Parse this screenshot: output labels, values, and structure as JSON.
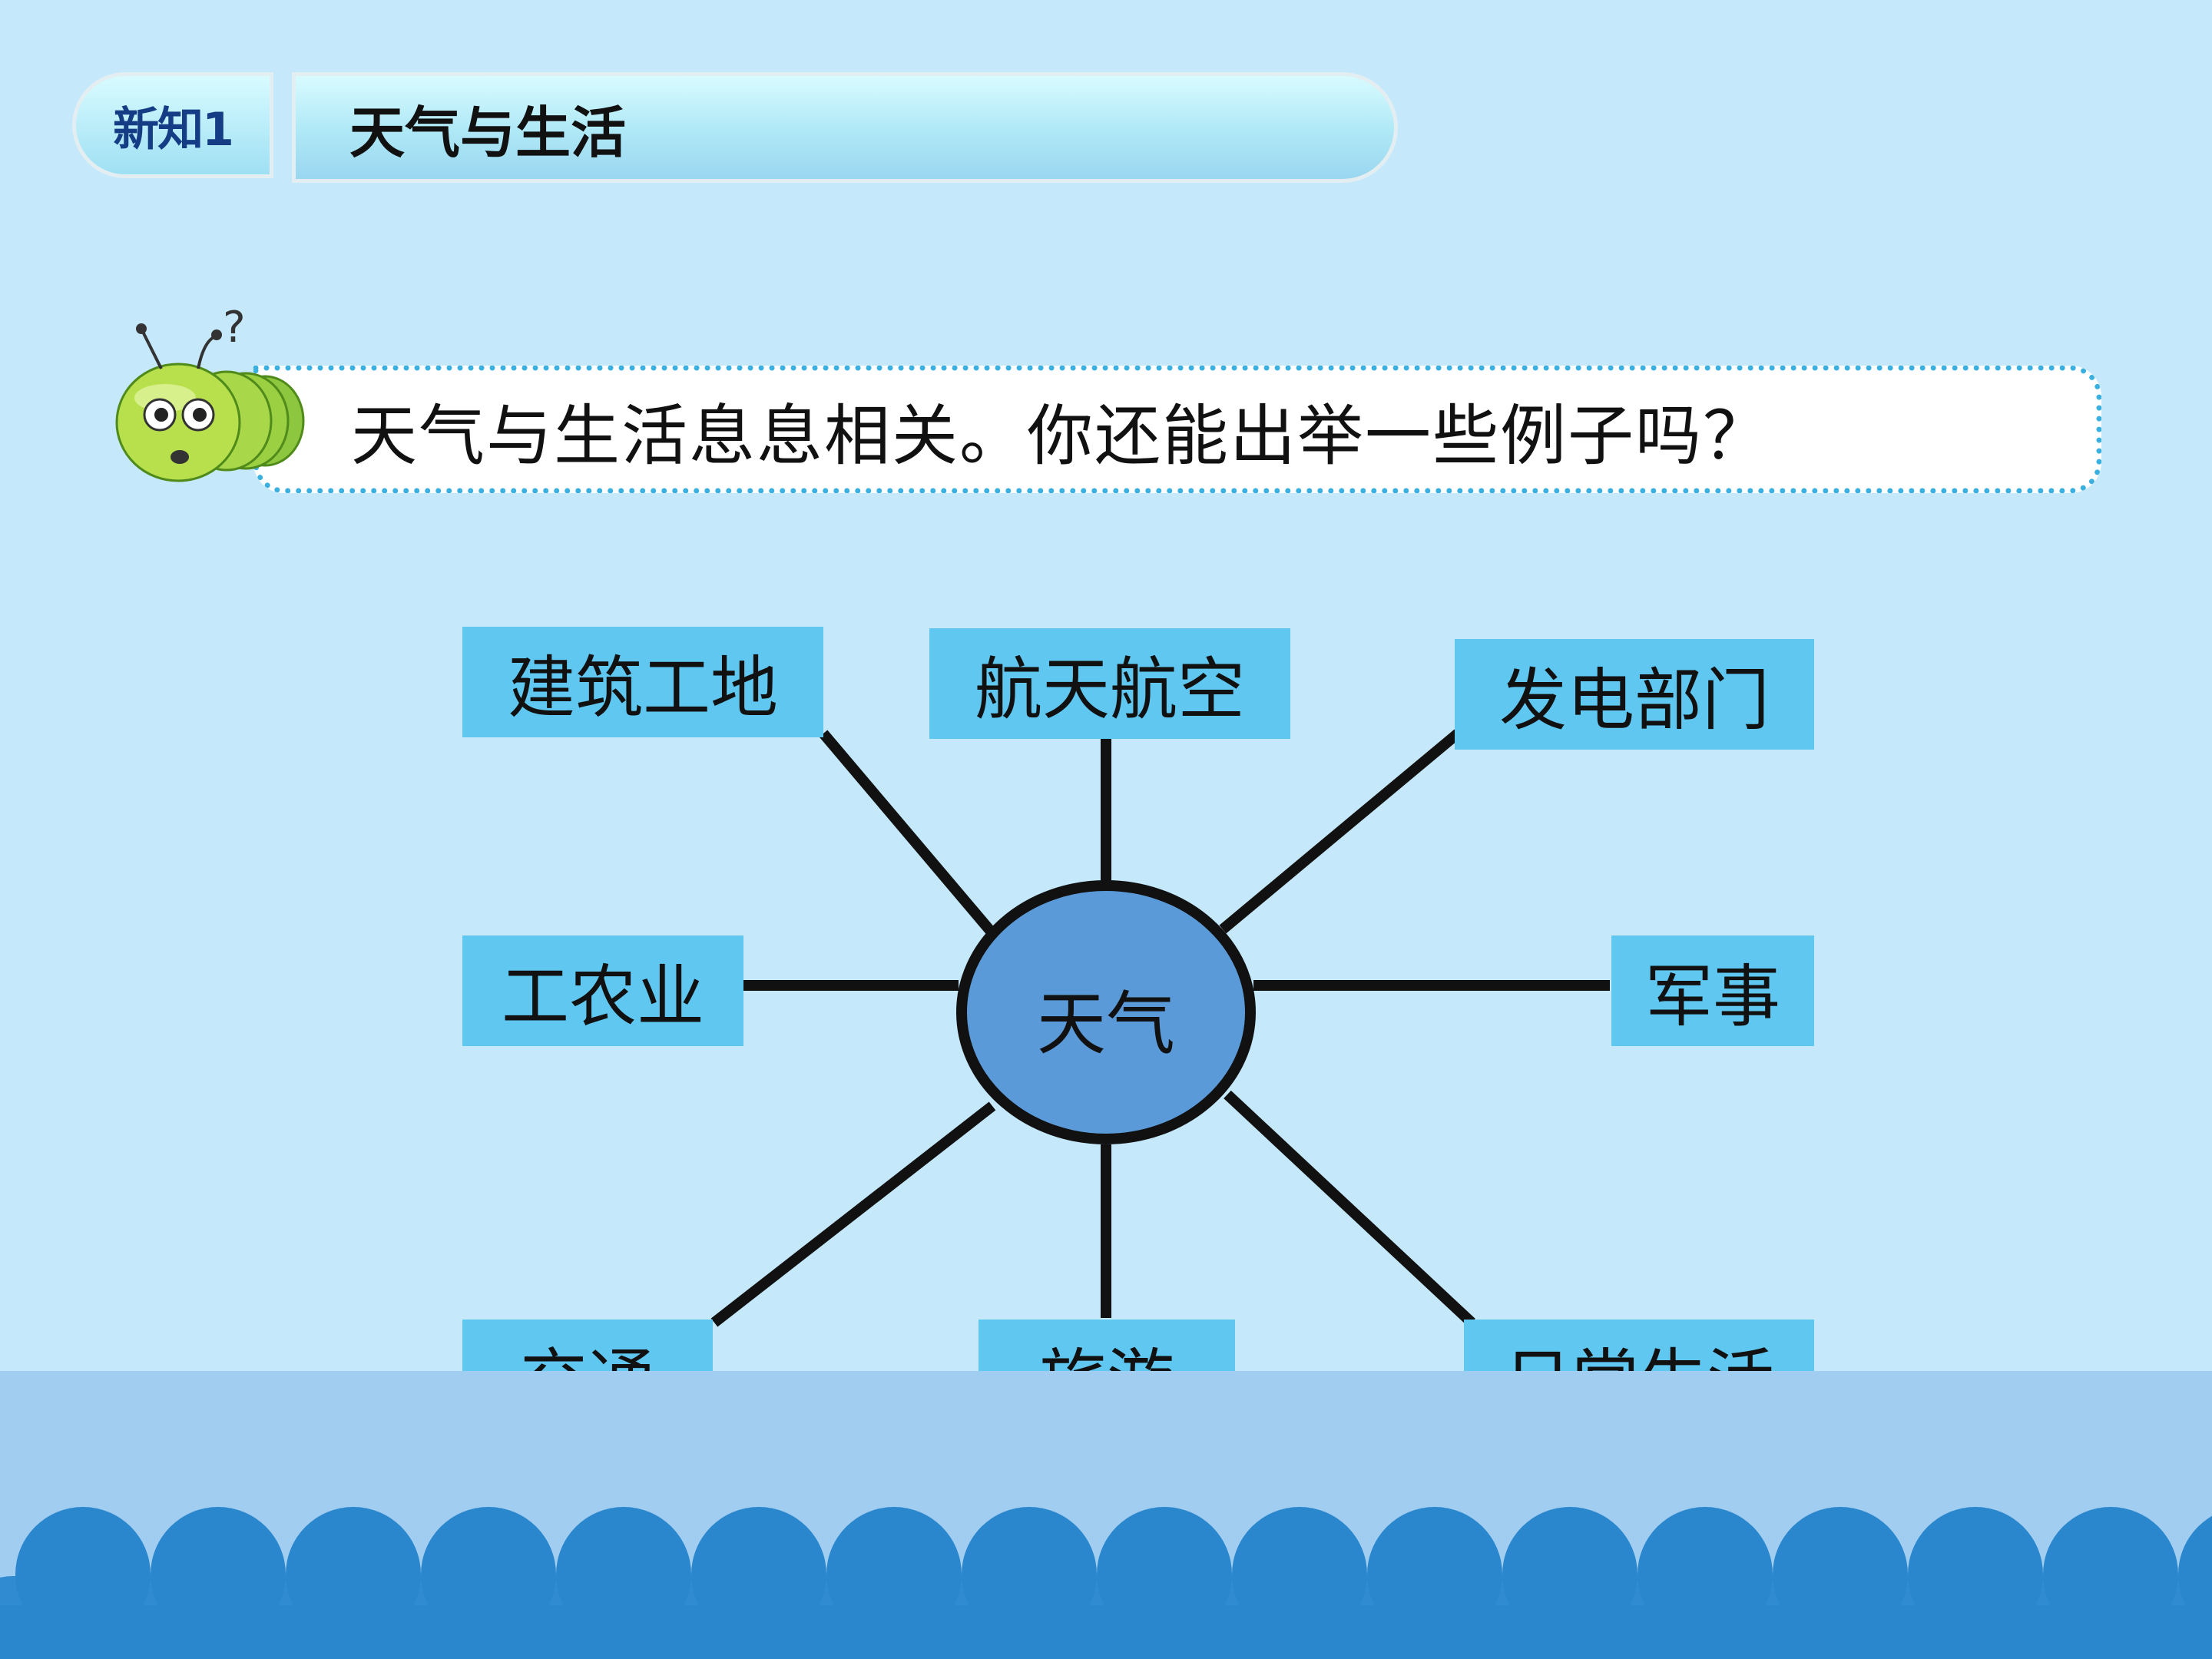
{
  "header": {
    "tag": "新知1",
    "title": "天气与生活"
  },
  "question": {
    "text": "天气与生活息息相关。你还能出举一些例子吗？"
  },
  "diagram": {
    "center": "天气",
    "nodes": {
      "top_left": "建筑工地",
      "top_center": "航天航空",
      "top_right": "发电部门",
      "mid_left": "工农业",
      "mid_right": "军事",
      "bottom_left": "交通",
      "bottom_center": "旅游",
      "bottom_right": "日常生活"
    }
  },
  "colors": {
    "background": "#c5e8fa",
    "node_fill": "#5fc7f0",
    "center_fill": "#5b9ad8",
    "wave": "#2a87cd"
  },
  "icons": {
    "mascot": "caterpillar-question-icon"
  }
}
